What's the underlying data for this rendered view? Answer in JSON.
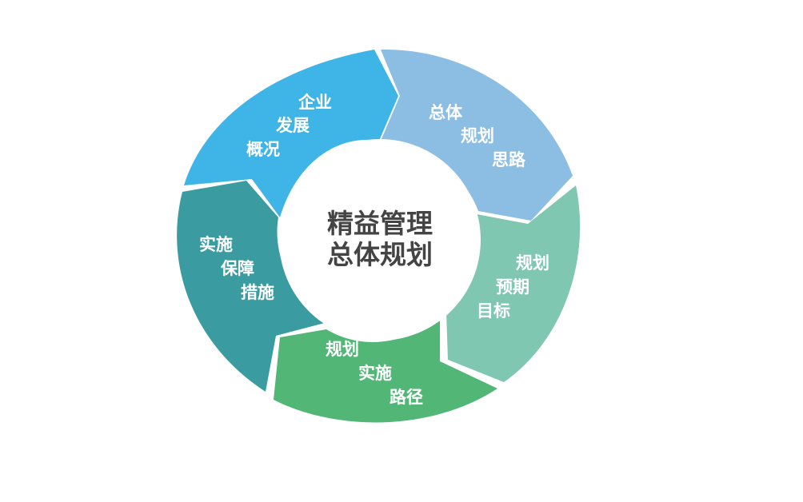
{
  "center": {
    "line1": "精益管理",
    "line2": "总体规划"
  },
  "segments": [
    {
      "id": "enterprise",
      "color": "#3FB4E7",
      "lines": [
        "企业",
        "发展",
        "概况"
      ]
    },
    {
      "id": "overall",
      "color": "#8CBDE3",
      "lines": [
        "总体",
        "规划",
        "思路"
      ]
    },
    {
      "id": "goals",
      "color": "#7FC7B0",
      "lines": [
        "规划",
        "预期",
        "目标"
      ]
    },
    {
      "id": "path",
      "color": "#52B676",
      "lines": [
        "规划",
        "实施",
        "路径"
      ]
    },
    {
      "id": "measures",
      "color": "#3A9CA1",
      "lines": [
        "实施",
        "保障",
        "措施"
      ]
    }
  ]
}
